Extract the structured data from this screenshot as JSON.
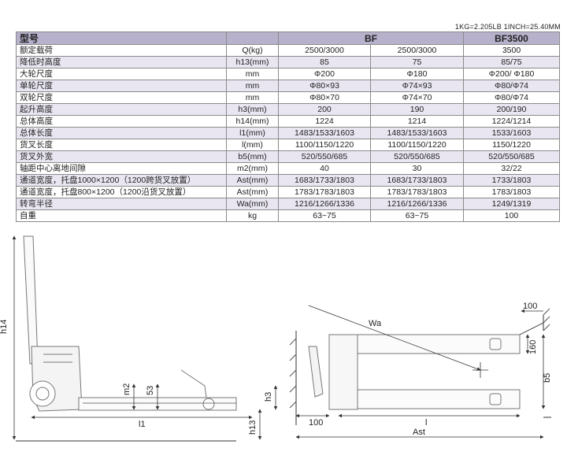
{
  "unit_note": "1KG=2.205LB   1INCH=25.40MM",
  "table": {
    "header": {
      "label": "型号",
      "model1": "BF",
      "model2": "BF3500"
    },
    "rows": [
      {
        "name": "额定载荷",
        "sym": "Q(kg)",
        "v1": "2500/3000",
        "v2": "2500/3000",
        "v3": "3500"
      },
      {
        "name": "降低时高度",
        "sym": "h13(mm)",
        "v1": "85",
        "v2": "75",
        "v3": "85/75"
      },
      {
        "name": "大轮尺度",
        "sym": "mm",
        "v1": "Φ200",
        "v2": "Φ180",
        "v3": "Φ200/ Φ180"
      },
      {
        "name": "单轮尺度",
        "sym": "mm",
        "v1": "Φ80×93",
        "v2": "Φ74×93",
        "v3": "Φ80/Φ74"
      },
      {
        "name": "双轮尺度",
        "sym": "mm",
        "v1": "Φ80×70",
        "v2": "Φ74×70",
        "v3": "Φ80/Φ74"
      },
      {
        "name": "起升高度",
        "sym": "h3(mm)",
        "v1": "200",
        "v2": "190",
        "v3": "200/190"
      },
      {
        "name": "总体高度",
        "sym": "h14(mm)",
        "v1": "1224",
        "v2": "1214",
        "v3": "1224/1214"
      },
      {
        "name": "总体长度",
        "sym": "l1(mm)",
        "v1": "1483/1533/1603",
        "v2": "1483/1533/1603",
        "v3": "1533/1603"
      },
      {
        "name": "货叉长度",
        "sym": "l(mm)",
        "v1": "1100/1150/1220",
        "v2": "1100/1150/1220",
        "v3": "1150/1220"
      },
      {
        "name": "货叉外宽",
        "sym": "b5(mm)",
        "v1": "520/550/685",
        "v2": "520/550/685",
        "v3": "520/550/685"
      },
      {
        "name": "轴距中心离地间隙",
        "sym": "m2(mm)",
        "v1": "40",
        "v2": "30",
        "v3": "32/22"
      },
      {
        "name": "通道宽度，托盘1000×1200（1200跨货叉放置）",
        "sym": "Ast(mm)",
        "v1": "1683/1733/1803",
        "v2": "1683/1733/1803",
        "v3": "1733/1803"
      },
      {
        "name": "通道宽度，托盘800×1200（1200沿货叉放置）",
        "sym": "Ast(mm)",
        "v1": "1783/1783/1803",
        "v2": "1783/1783/1803",
        "v3": "1783/1803"
      },
      {
        "name": "转弯半径",
        "sym": "Wa(mm)",
        "v1": "1216/1266/1336",
        "v2": "1216/1266/1336",
        "v3": "1249/1319"
      },
      {
        "name": "自重",
        "sym": "kg",
        "v1": "63~75",
        "v2": "63~75",
        "v3": "100"
      }
    ]
  },
  "drawing": {
    "labels": {
      "h14": "h14",
      "m2": "m2",
      "d53": "53",
      "h3": "h3",
      "l1": "l1",
      "h13": "h13",
      "wa": "Wa",
      "d100_top": "100",
      "d160": "160",
      "b5": "b5",
      "d100_bottom": "100",
      "l": "l",
      "ast": "Ast"
    }
  }
}
